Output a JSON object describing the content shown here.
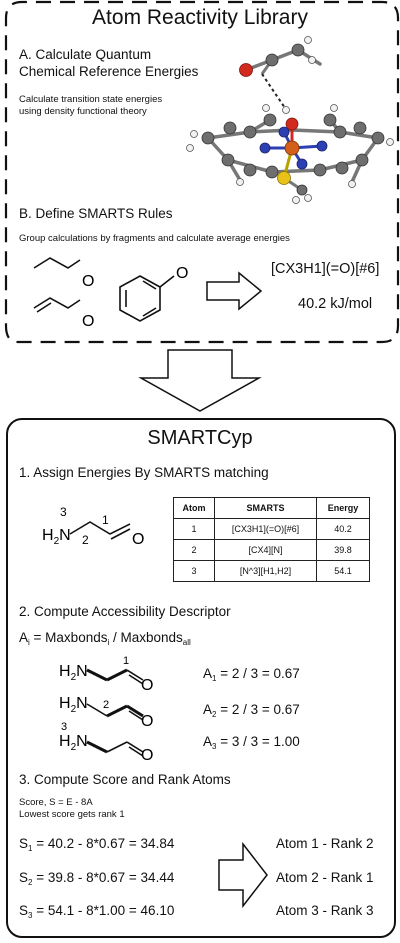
{
  "library": {
    "title": "Atom Reactivity Library",
    "section_a": {
      "heading_line1": "A. Calculate Quantum",
      "heading_line2": "Chemical Reference Energies",
      "desc_line1": "Calculate transition state energies",
      "desc_line2": "using density functional theory"
    },
    "section_b": {
      "heading": "B. Define SMARTS Rules",
      "desc": "Group calculations by fragments and calculate average energies",
      "smarts": "[CX3H1](=O)[#6]",
      "energy": "40.2 kJ/mol"
    }
  },
  "smartcyp": {
    "title": "SMARTCyp",
    "step1": {
      "heading": "1. Assign Energies By SMARTS matching",
      "table": {
        "headers": [
          "Atom",
          "SMARTS",
          "Energy"
        ],
        "rows": [
          [
            "1",
            "[CX3H1](=O)[#6]",
            "40.2"
          ],
          [
            "2",
            "[CX4][N]",
            "39.8"
          ],
          [
            "3",
            "[N^3][H1,H2]",
            "54.1"
          ]
        ]
      }
    },
    "step2": {
      "heading": "2. Compute Accessibility Descriptor",
      "formula": {
        "a": "A",
        "i1": "i",
        "mid": " = Maxbonds",
        "i2": "i",
        "mid2": " / Maxbonds",
        "all": "all"
      },
      "results": [
        {
          "sym": "A",
          "sub": "1",
          "expr": " = 2 / 3 = 0.67"
        },
        {
          "sym": "A",
          "sub": "2",
          "expr": " = 2 / 3 = 0.67"
        },
        {
          "sym": "A",
          "sub": "3",
          "expr": " = 3 / 3 = 1.00"
        }
      ]
    },
    "step3": {
      "heading": "3. Compute Score and Rank Atoms",
      "note_line1": "Score, S = E - 8A",
      "note_line2": "Lowest score gets rank 1",
      "scores": [
        {
          "sym": "S",
          "sub": "1",
          "expr": " = 40.2 - 8*0.67 = 34.84"
        },
        {
          "sym": "S",
          "sub": "2",
          "expr": " = 39.8 - 8*0.67 = 34.44"
        },
        {
          "sym": "S",
          "sub": "3",
          "expr": " = 54.1 - 8*1.00 = 46.10"
        }
      ],
      "ranks": [
        "Atom 1 - Rank 2",
        "Atom 2 - Rank 1",
        "Atom 3 - Rank 3"
      ]
    }
  },
  "molecule_labels": {
    "O": "O",
    "H2N": "H",
    "two": "2",
    "N": "N",
    "n1": "1",
    "n2": "2",
    "n3": "3"
  },
  "colors": {
    "ink": "#111111",
    "oxygen": "#d12a1f",
    "iron": "#d2601a",
    "nitrogen": "#2c3fb3",
    "sulfur": "#e8c21a",
    "carbon": "#6e6e6e"
  }
}
